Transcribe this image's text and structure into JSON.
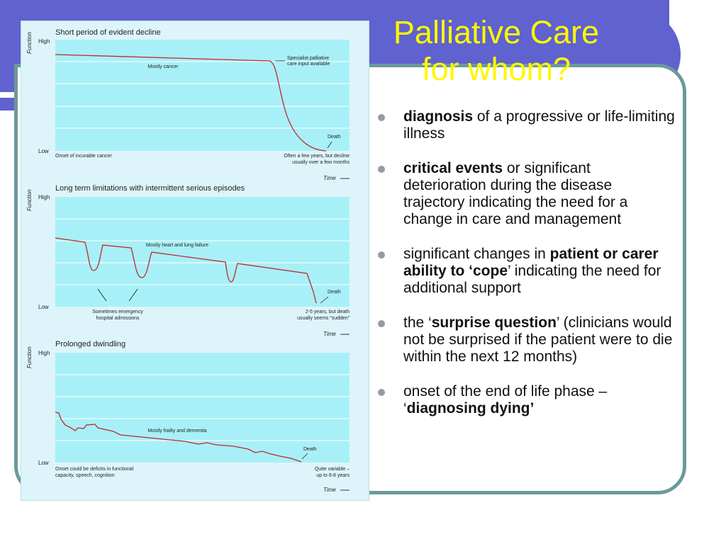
{
  "slide": {
    "title_line1": "Palliative Care",
    "title_line2": "for whom?",
    "colors": {
      "band": "#5f62cf",
      "title": "#fff700",
      "panel_border": "#6a9a9a",
      "curve": "#c0282d",
      "plot_bg": "#a8f0f7"
    }
  },
  "bullets": [
    {
      "bold": "diagnosis",
      "rest": " of a progressive or life-limiting illness"
    },
    {
      "bold": "critical events",
      "rest": " or significant deterioration during the disease trajectory indicating the need for a change in care and management"
    },
    {
      "pre": "significant changes in ",
      "bold": "patient or carer ability to ‘cope",
      "rest": "’ indicating the need for additional support"
    },
    {
      "pre": "the ‘",
      "bold": "surprise question",
      "rest": "’ (clinicians would not be surprised if the patient were to die within the next 12 months)"
    },
    {
      "pre": "onset of the end of life phase – ‘",
      "bold": "diagnosing dying’",
      "rest": ""
    }
  ],
  "figure": {
    "axis_label": "Function",
    "time_label": "Time",
    "high": "High",
    "low": "Low",
    "panels": [
      {
        "title": "Short period of evident decline",
        "center_label": "Mostly cancer",
        "annot": [
          "Specialist palliative",
          "care input available"
        ],
        "death": "Death",
        "left_note": [
          "Onset of incurable cancer"
        ],
        "right_note": [
          "Often a few years, but decline",
          "usually over a few months"
        ]
      },
      {
        "title": "Long term limitations with intermittent serious episodes",
        "center_label": "Mostly heart and lung failure",
        "death": "Death",
        "left_note": [
          "Sometimes emergency",
          "hospital admissions"
        ],
        "right_note": [
          "2-5 years, but death",
          "usually seems “sudden”"
        ]
      },
      {
        "title": "Prolonged dwindling",
        "center_label": "Mostly frailty and dementia",
        "death": "Death",
        "left_note": [
          "Onset could be deficits in functional",
          "capacity, speech, cognition"
        ],
        "right_note": [
          "Quite variable –",
          "up to 6-8 years"
        ]
      }
    ]
  }
}
